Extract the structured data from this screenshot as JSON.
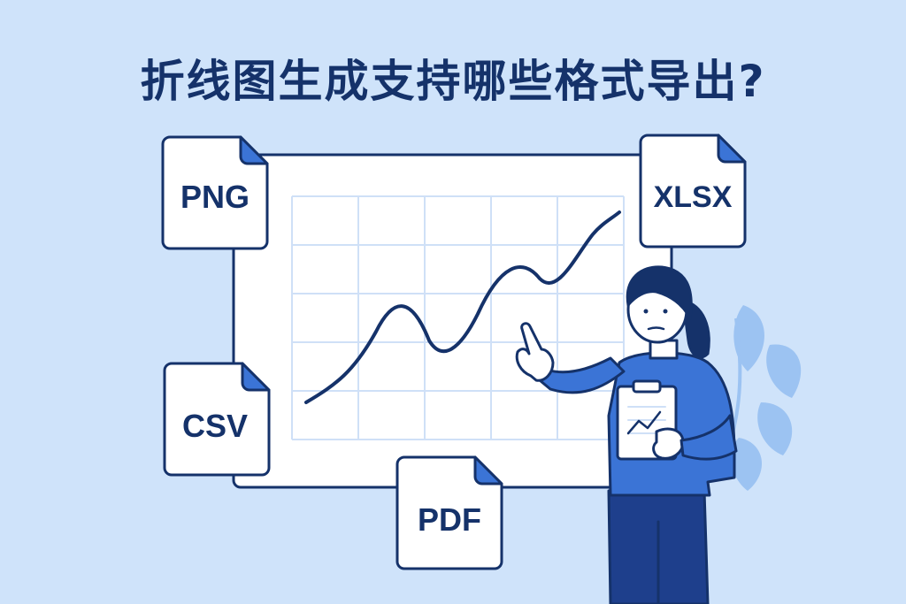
{
  "title": "折线图生成支持哪些格式导出?",
  "formats": {
    "png": "PNG",
    "xlsx": "XLSX",
    "csv": "CSV",
    "pdf": "PDF"
  },
  "colors": {
    "background": "#cfe3fa",
    "navy": "#15326a",
    "accent_blue": "#3b74d6",
    "grid": "#cfe0f7",
    "plant": "#9cc3f2"
  },
  "icons": [
    "document-icon",
    "line-chart-icon",
    "clipboard-icon",
    "plant-icon",
    "person-illustration"
  ]
}
